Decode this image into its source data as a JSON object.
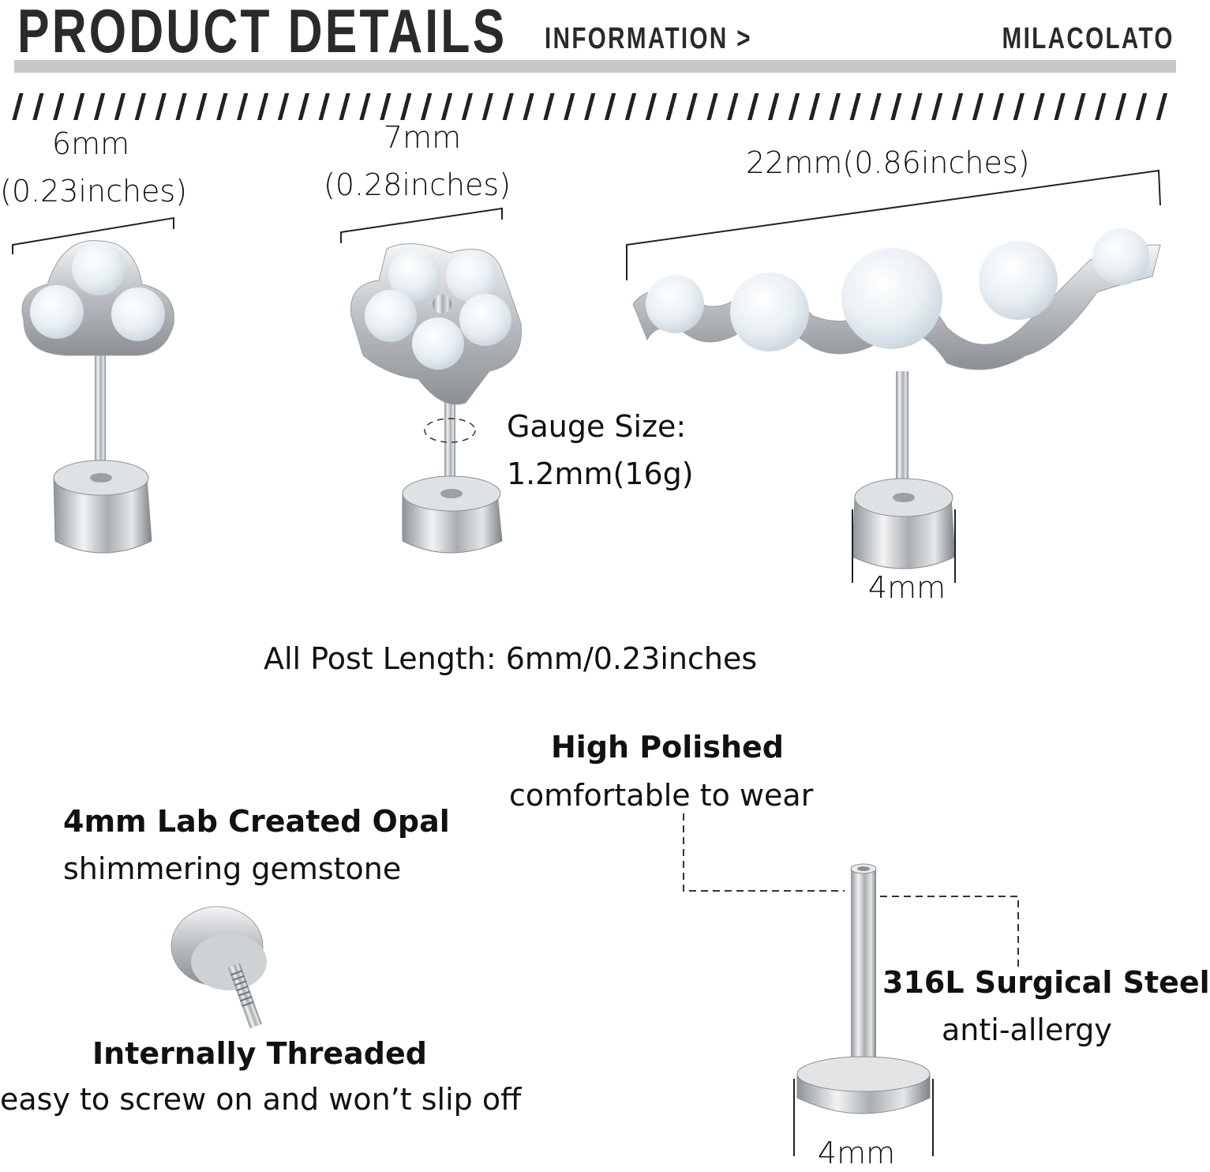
{
  "header": {
    "title": "PRODUCT DETAILS",
    "subtitle": "INFORMATION >",
    "brand": "MILACOLATO"
  },
  "products": [
    {
      "name": "trinity-opal-stud",
      "width_mm": "6mm",
      "width_in": "(0.23inches)"
    },
    {
      "name": "flower-opal-stud",
      "width_mm": "7mm",
      "width_in": "(0.28inches)"
    },
    {
      "name": "crawler-opal-stud",
      "width_label": "22mm(0.86inches)",
      "back_size": "4mm"
    }
  ],
  "gauge": {
    "label": "Gauge Size:",
    "value": "1.2mm(16g)"
  },
  "post_length": "All Post Length: 6mm/0.23inches",
  "features": {
    "high_polished": {
      "title": "High Polished",
      "desc": "comfortable to wear"
    },
    "opal": {
      "title": "4mm Lab Created Opal",
      "desc": "shimmering gemstone"
    },
    "threaded": {
      "title": "Internally Threaded",
      "desc": "easy to screw on and won’t slip off"
    },
    "steel": {
      "title": "316L Surgical Steel",
      "desc": "anti-allergy"
    },
    "labret_base_size": "4mm"
  },
  "colors": {
    "text": "#1a1a1a",
    "header_bar": "#c8c8c8",
    "steel": "#c9ccd0",
    "opal": "#eef3f6"
  }
}
